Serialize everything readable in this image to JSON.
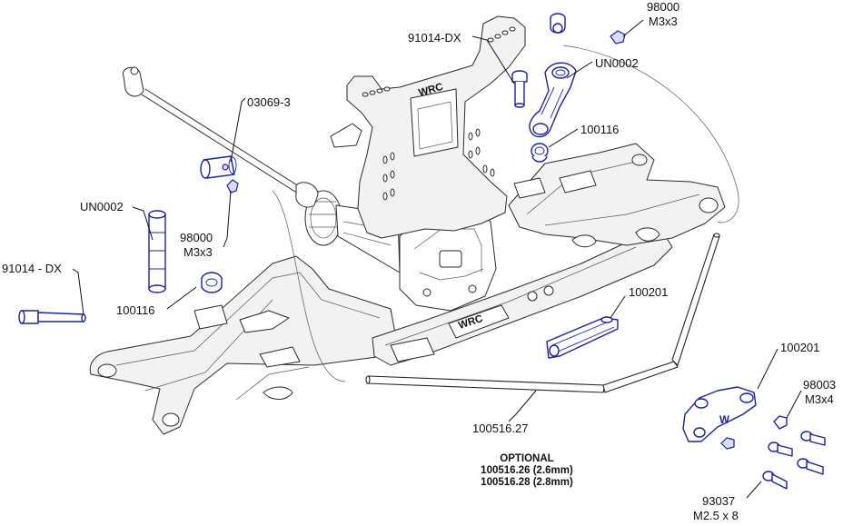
{
  "labels": {
    "top_screw_label": "91014-DX",
    "top_setscrew_code": "98000",
    "top_setscrew_size": "M3x3",
    "top_link_label": "UN0002",
    "top_ball_label": "100116",
    "left_collar_label": "03069-3",
    "left_link_label": "UN0002",
    "left_setscrew_code": "98000",
    "left_setscrew_size": "M3x3",
    "left_screw_label": "91014 - DX",
    "left_ball_label": "100116",
    "mount_upper_label": "100201",
    "mount_lower_label": "100201",
    "screw_m3_code": "98003",
    "screw_m3_size": "M3x4",
    "screw_m25_code": "93037",
    "screw_m25_size": "M2.5 x 8",
    "bar_label": "100516.27",
    "optional_title": "OPTIONAL",
    "optional_line1": "100516.26 (2.6mm)",
    "optional_line2": "100516.28 (2.8mm)",
    "logo_text": "WRC"
  },
  "colors": {
    "highlight": "#1d1fa8",
    "outline": "#2a2a2a"
  }
}
